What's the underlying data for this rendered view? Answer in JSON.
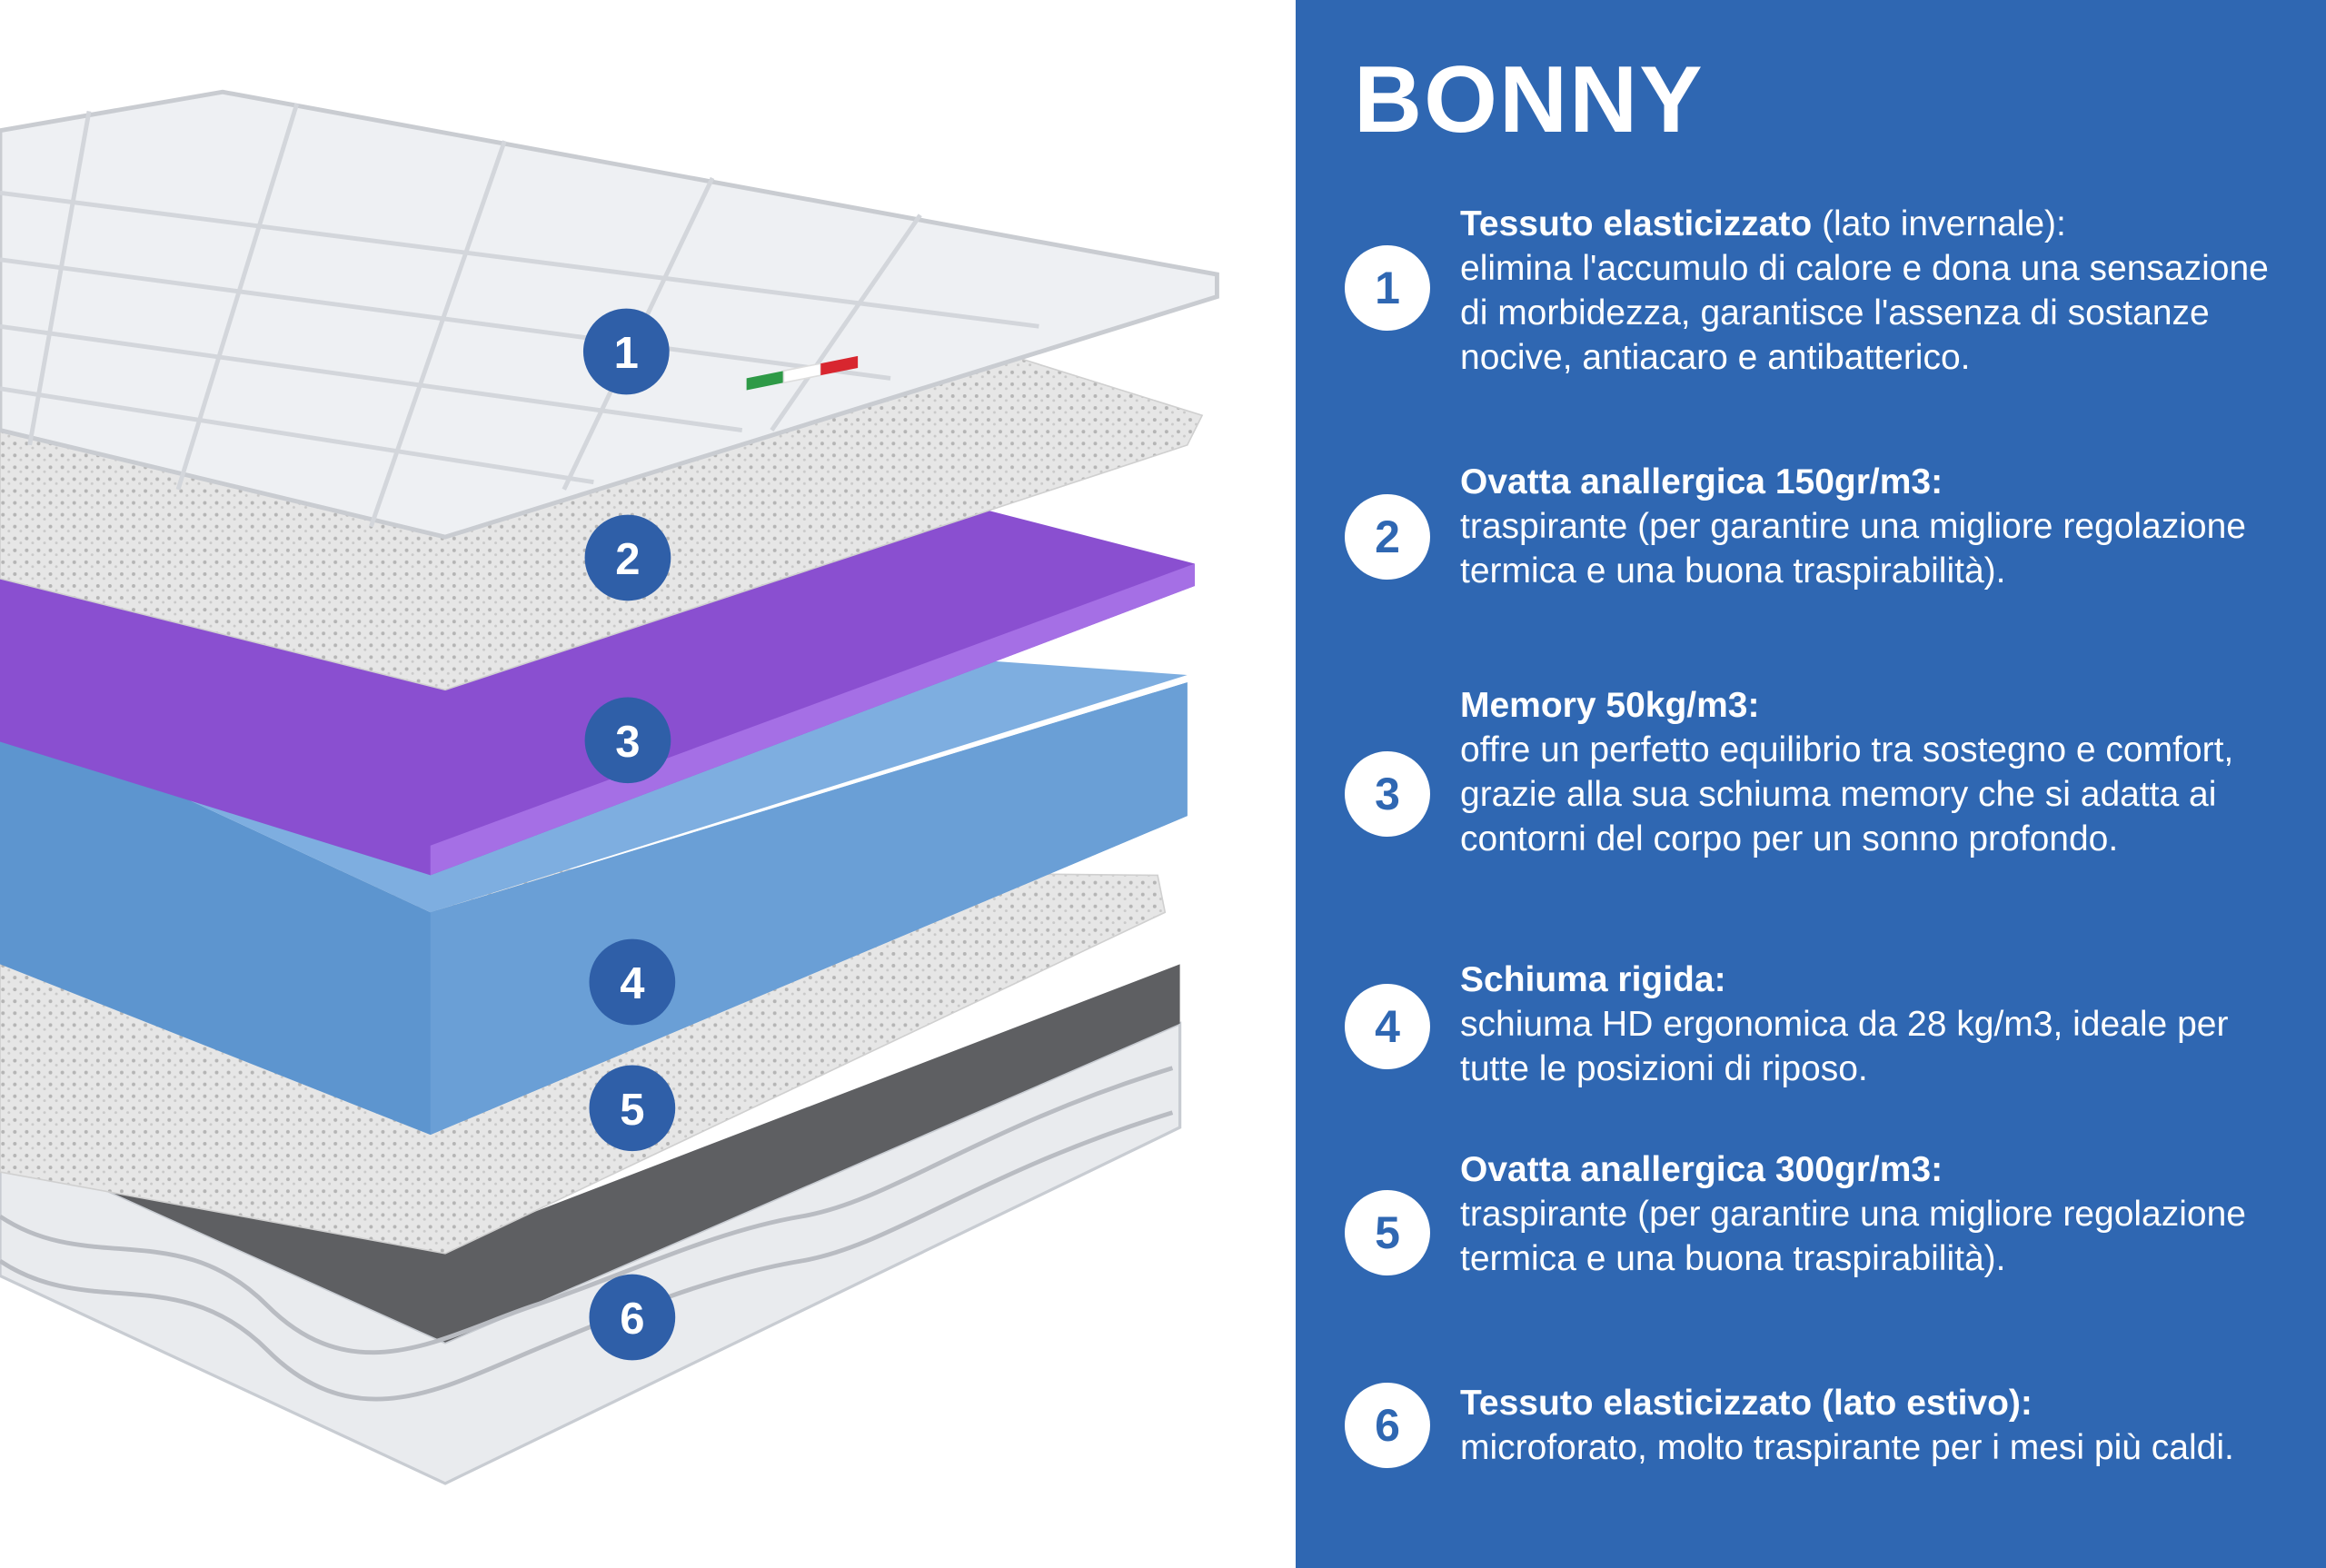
{
  "title": "BONNY",
  "colors": {
    "panel": "#2f67b2",
    "badge": "#2f5fa8",
    "purple": "#8a4fd0",
    "blue": "#6a9fd6"
  },
  "items": [
    {
      "number": "1",
      "heading_bold": "Tessuto elasticizzato",
      "heading_normal": " (lato invernale):",
      "text": "elimina l'accumulo di calore e dona una sensazione di morbidezza, garantisce l'assenza di sostanze nocive, antiacaro e antibatterico."
    },
    {
      "number": "2",
      "heading_bold": "Ovatta anallergica 150gr/m3:",
      "heading_normal": "",
      "text": "traspirante (per garantire una migliore regolazione termica e una buona traspirabilità)."
    },
    {
      "number": "3",
      "heading_bold": "Memory 50kg/m3:",
      "heading_normal": "",
      "text": "offre un perfetto equilibrio tra sostegno e comfort, grazie alla sua schiuma memory che si adatta ai contorni del corpo per un sonno profondo."
    },
    {
      "number": "4",
      "heading_bold": "Schiuma rigida:",
      "heading_normal": "",
      "text": "schiuma HD ergonomica da 28 kg/m3, ideale per tutte le posizioni di riposo."
    },
    {
      "number": "5",
      "heading_bold": "Ovatta anallergica 300gr/m3:",
      "heading_normal": "",
      "text": "traspirante (per garantire una migliore regolazione termica e una buona traspirabilità)."
    },
    {
      "number": "6",
      "heading_bold": "Tessuto elasticizzato (lato estivo):",
      "heading_normal": "",
      "text": "microforato, molto traspirante per i mesi più caldi."
    }
  ]
}
